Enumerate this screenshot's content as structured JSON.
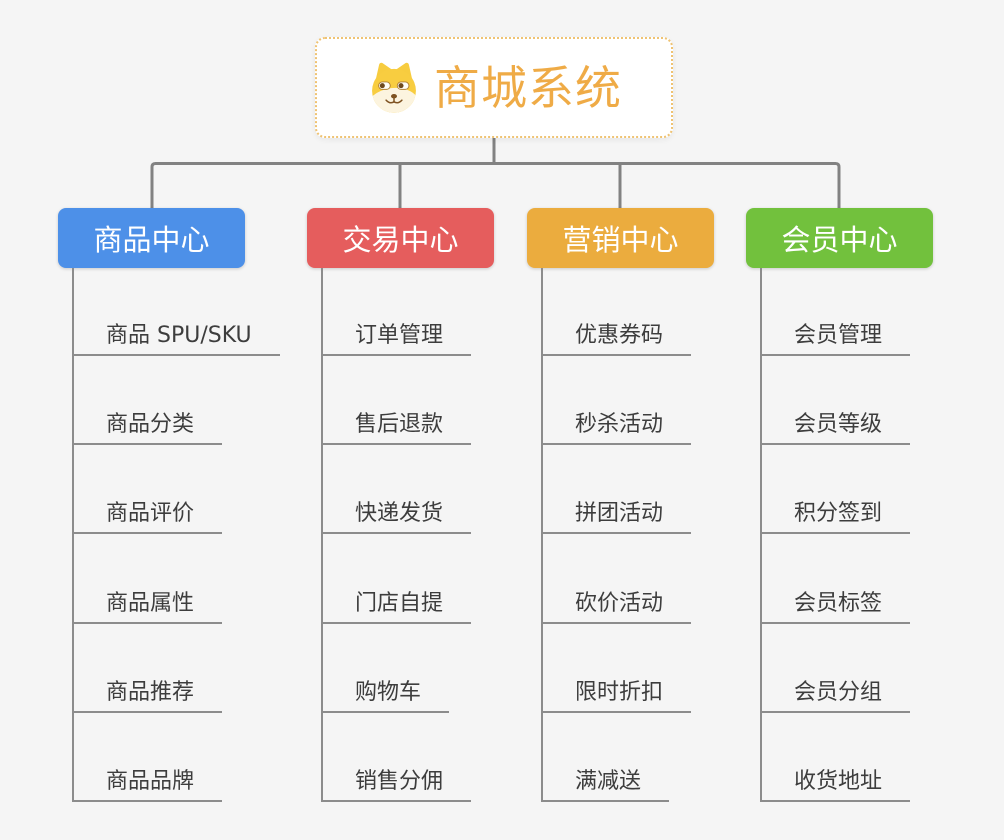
{
  "root": {
    "title": "商城系统",
    "title_color": "#efab46",
    "border_color": "#efc373",
    "icon": "doge-face-icon"
  },
  "connector_color": "#828282",
  "branches": [
    {
      "label": "商品中心",
      "color": "#4d90e8",
      "items": [
        "商品 SPU/SKU",
        "商品分类",
        "商品评价",
        "商品属性",
        "商品推荐",
        "商品品牌"
      ]
    },
    {
      "label": "交易中心",
      "color": "#e55d5d",
      "items": [
        "订单管理",
        "售后退款",
        "快递发货",
        "门店自提",
        "购物车",
        "销售分佣"
      ]
    },
    {
      "label": "营销中心",
      "color": "#ebac3e",
      "items": [
        "优惠券码",
        "秒杀活动",
        "拼团活动",
        "砍价活动",
        "限时折扣",
        "满减送"
      ]
    },
    {
      "label": "会员中心",
      "color": "#72c13d",
      "items": [
        "会员管理",
        "会员等级",
        "积分签到",
        "会员标签",
        "会员分组",
        "收货地址"
      ]
    }
  ]
}
